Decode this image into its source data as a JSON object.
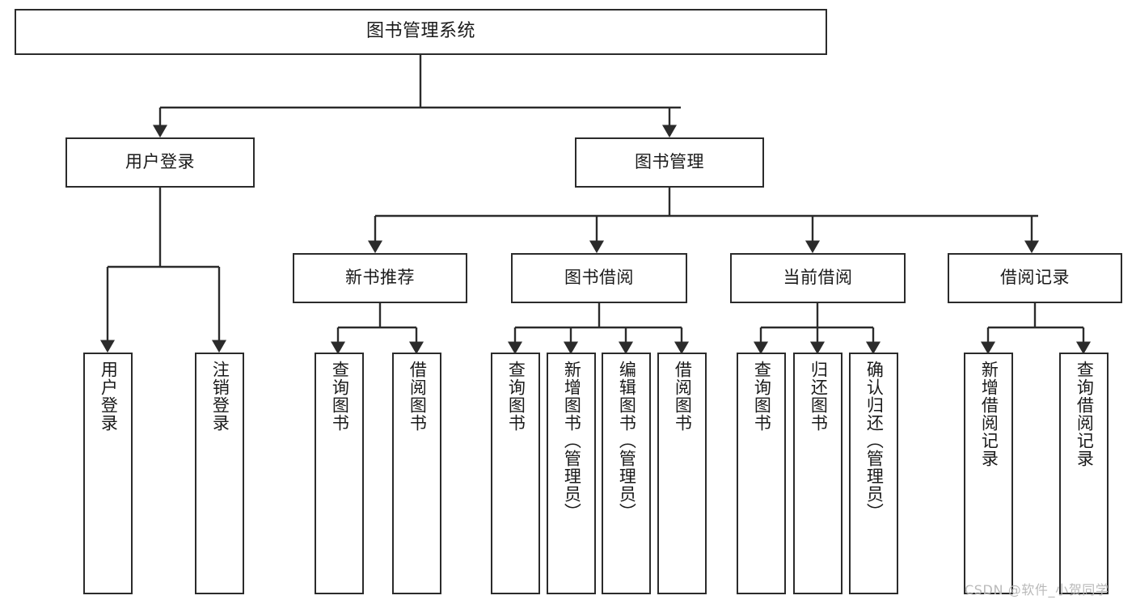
{
  "diagram": {
    "title": "图书管理系统",
    "type": "tree",
    "watermark": "CSDN @软件_小贺同学",
    "colors": {
      "box_stroke": "#2b2b2b",
      "box_fill": "#ffffff",
      "edge": "#2b2b2b",
      "text": "#1a1a1a",
      "watermark": "#b9b9b9",
      "background": "#ffffff"
    },
    "nodes": {
      "root": {
        "label": "图书管理系统"
      },
      "level2": [
        {
          "id": "user-login",
          "label": "用户登录"
        },
        {
          "id": "book-manage",
          "label": "图书管理"
        }
      ],
      "level3": [
        {
          "id": "new-book-recommend",
          "label": "新书推荐"
        },
        {
          "id": "book-borrow",
          "label": "图书借阅"
        },
        {
          "id": "current-borrow",
          "label": "当前借阅"
        },
        {
          "id": "borrow-record",
          "label": "借阅记录"
        }
      ],
      "leaves": {
        "user_login": [
          {
            "id": "leaf-user-login",
            "label": "用户登录"
          },
          {
            "id": "leaf-logout-login",
            "label": "注销登录"
          }
        ],
        "new_book_recommend": [
          {
            "id": "leaf-query-book-1",
            "label": "查询图书"
          },
          {
            "id": "leaf-borrow-book-1",
            "label": "借阅图书"
          }
        ],
        "book_borrow": [
          {
            "id": "leaf-query-book-2",
            "label": "查询图书"
          },
          {
            "id": "leaf-add-book",
            "label": "新增图书（管理员）"
          },
          {
            "id": "leaf-edit-book",
            "label": "编辑图书（管理员）"
          },
          {
            "id": "leaf-borrow-book-2",
            "label": "借阅图书"
          }
        ],
        "current_borrow": [
          {
            "id": "leaf-query-book-3",
            "label": "查询图书"
          },
          {
            "id": "leaf-return-book",
            "label": "归还图书"
          },
          {
            "id": "leaf-confirm-return",
            "label": "确认归还（管理员）"
          }
        ],
        "borrow_record": [
          {
            "id": "leaf-add-record",
            "label": "新增借阅记录"
          },
          {
            "id": "leaf-query-record",
            "label": "查询借阅记录"
          }
        ]
      }
    }
  }
}
